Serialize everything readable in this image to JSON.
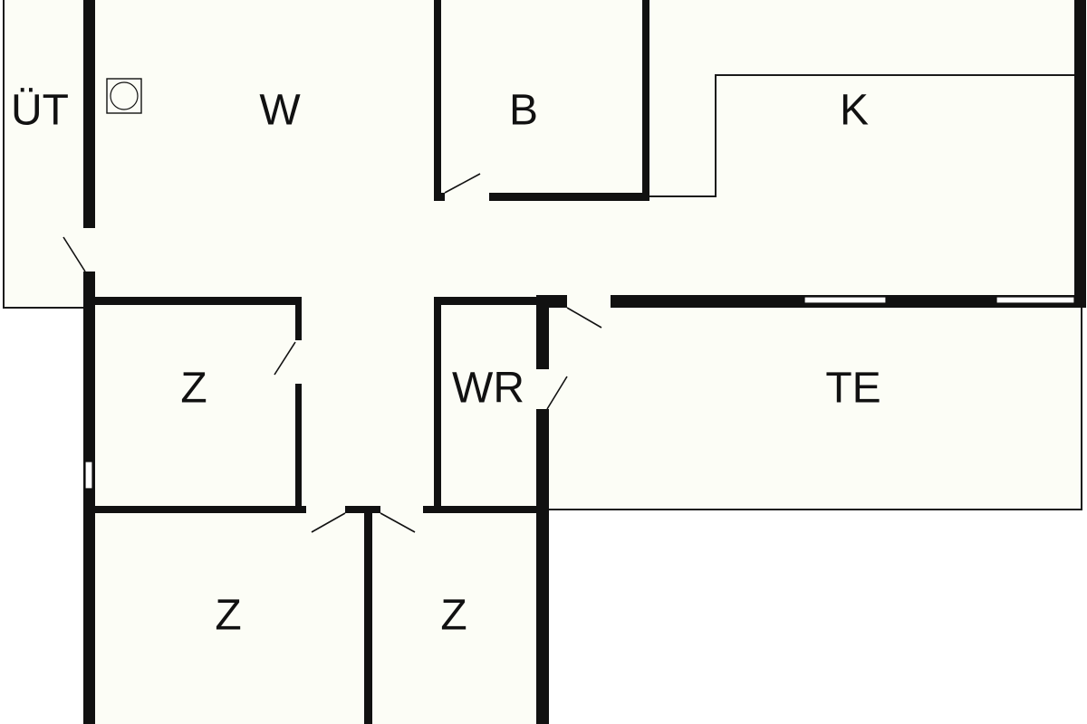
{
  "floorplan": {
    "colors": {
      "room_fill": "#fcfdf6",
      "wall": "#111111",
      "background": "#ffffff"
    },
    "rooms": [
      {
        "id": "ut",
        "label": "ÜT"
      },
      {
        "id": "w",
        "label": "W"
      },
      {
        "id": "b",
        "label": "B"
      },
      {
        "id": "k",
        "label": "K"
      },
      {
        "id": "z1",
        "label": "Z"
      },
      {
        "id": "wr",
        "label": "WR"
      },
      {
        "id": "te",
        "label": "TE"
      },
      {
        "id": "z2",
        "label": "Z"
      },
      {
        "id": "z3",
        "label": "Z"
      }
    ],
    "fixtures": [
      {
        "id": "chimney",
        "icon": "chimney-icon"
      }
    ]
  }
}
